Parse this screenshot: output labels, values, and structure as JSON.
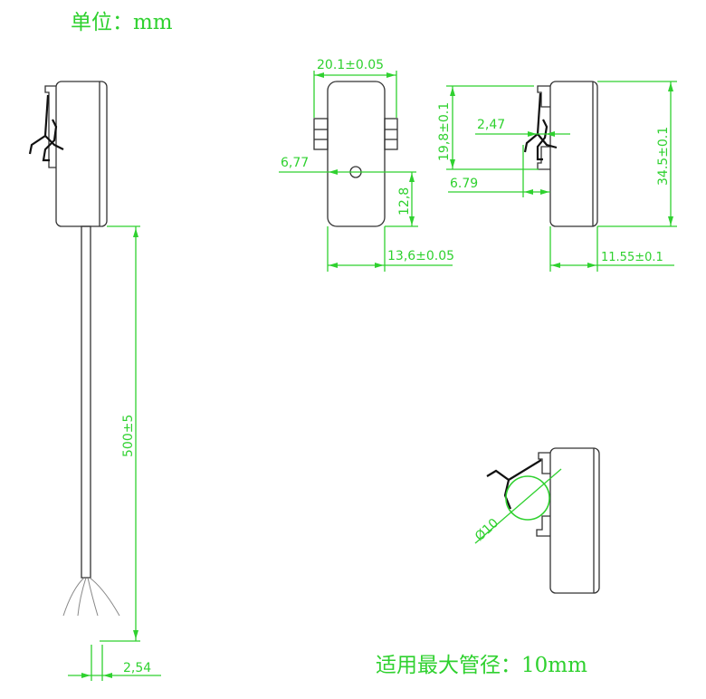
{
  "unit_label": "单位：mm",
  "footer_label": "适用最大管径：10mm",
  "dimensions": {
    "cable_length": "500±5",
    "pin_pitch": "2,54",
    "width": "20.1±0.05",
    "hole_offset_x": "6,77",
    "hole_offset_y": "12,8",
    "body_width": "13,6±0.05",
    "clip_height": "19,8±0.1",
    "clip_offset": "2,47",
    "clip_depth": "6.79",
    "total_height": "34.5±0.1",
    "depth": "11.55±0.1",
    "max_diameter": "Ø10"
  },
  "colors": {
    "dimension": "#2fd12f",
    "outline": "#333333"
  }
}
